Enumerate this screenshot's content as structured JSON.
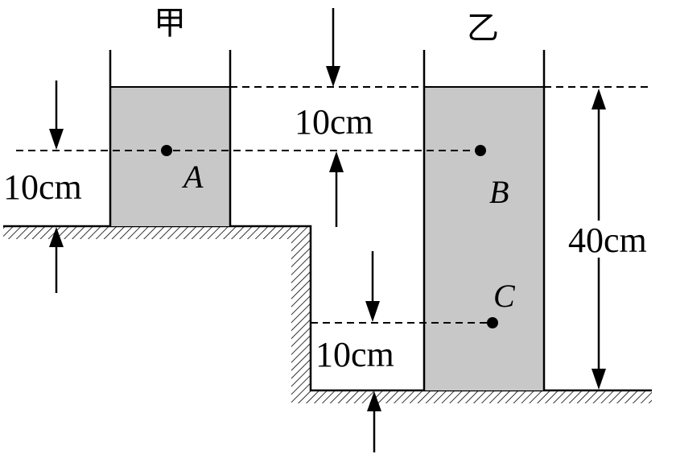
{
  "containers": {
    "jia": {
      "label": "甲"
    },
    "yi": {
      "label": "乙"
    }
  },
  "points": {
    "a": "A",
    "b": "B",
    "c": "C"
  },
  "dimensions": {
    "a_depth": "10cm",
    "b_depth": "10cm",
    "c_height": "10cm",
    "yi_water_height": "40cm"
  },
  "colors": {
    "water": "#c8c8c8",
    "line": "#000000",
    "background": "#ffffff"
  }
}
